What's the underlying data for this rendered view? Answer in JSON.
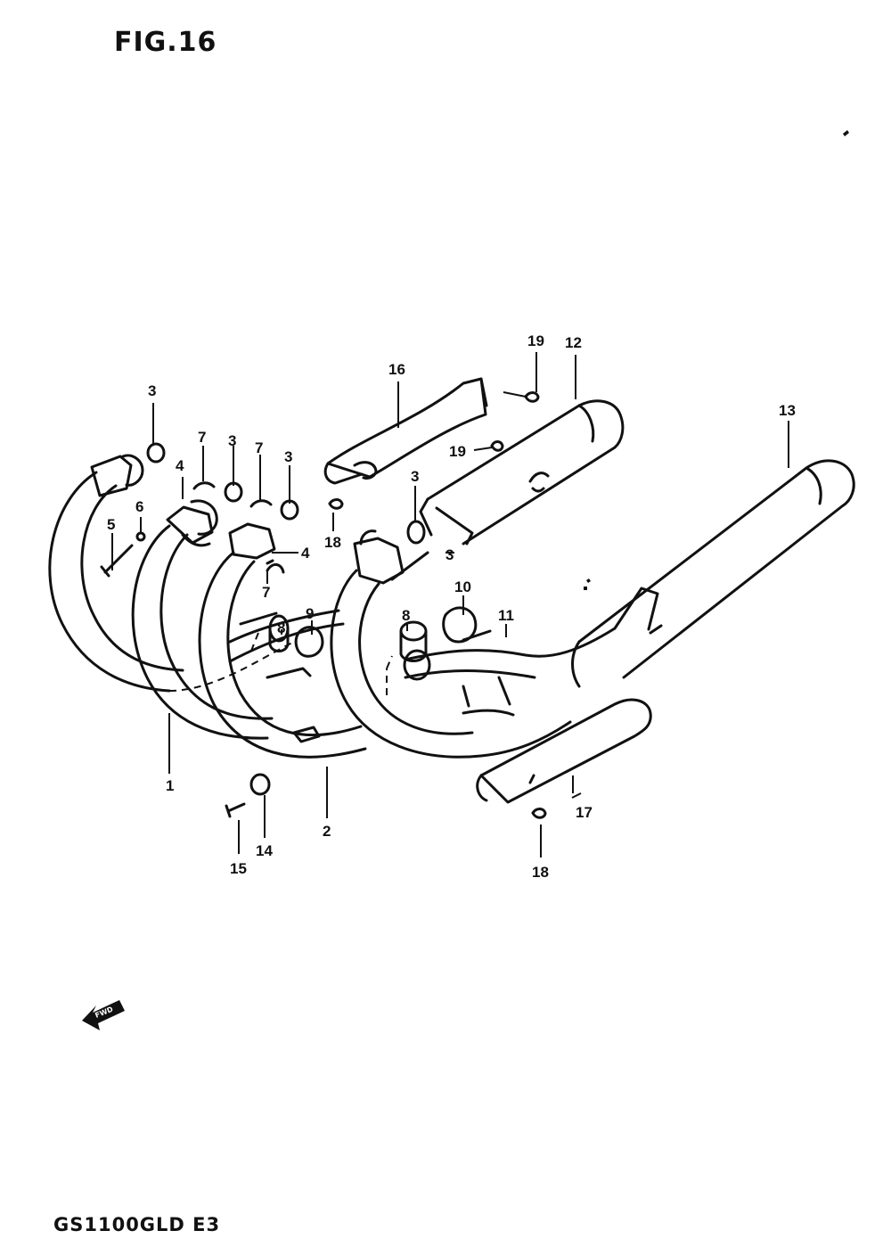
{
  "figure": {
    "title": "FIG.16",
    "model_code": "GS1100GLD E3",
    "front_arrow_text": "FWD"
  },
  "callouts": [
    {
      "id": "c1",
      "number": "1"
    },
    {
      "id": "c2",
      "number": "2"
    },
    {
      "id": "c3a",
      "number": "3"
    },
    {
      "id": "c3b",
      "number": "3"
    },
    {
      "id": "c3c",
      "number": "3"
    },
    {
      "id": "c3d",
      "number": "3"
    },
    {
      "id": "c3e",
      "number": "3"
    },
    {
      "id": "c4a",
      "number": "4"
    },
    {
      "id": "c4b",
      "number": "4"
    },
    {
      "id": "c5",
      "number": "5"
    },
    {
      "id": "c6",
      "number": "6"
    },
    {
      "id": "c7a",
      "number": "7"
    },
    {
      "id": "c7b",
      "number": "7"
    },
    {
      "id": "c7c",
      "number": "7"
    },
    {
      "id": "c8a",
      "number": "8"
    },
    {
      "id": "c8b",
      "number": "8"
    },
    {
      "id": "c9",
      "number": "9"
    },
    {
      "id": "c10",
      "number": "10"
    },
    {
      "id": "c11",
      "number": "11"
    },
    {
      "id": "c12",
      "number": "12"
    },
    {
      "id": "c13",
      "number": "13"
    },
    {
      "id": "c14",
      "number": "14"
    },
    {
      "id": "c15",
      "number": "15"
    },
    {
      "id": "c16",
      "number": "16"
    },
    {
      "id": "c17",
      "number": "17"
    },
    {
      "id": "c18a",
      "number": "18"
    },
    {
      "id": "c18b",
      "number": "18"
    },
    {
      "id": "c19a",
      "number": "19"
    },
    {
      "id": "c19b",
      "number": "19"
    }
  ]
}
